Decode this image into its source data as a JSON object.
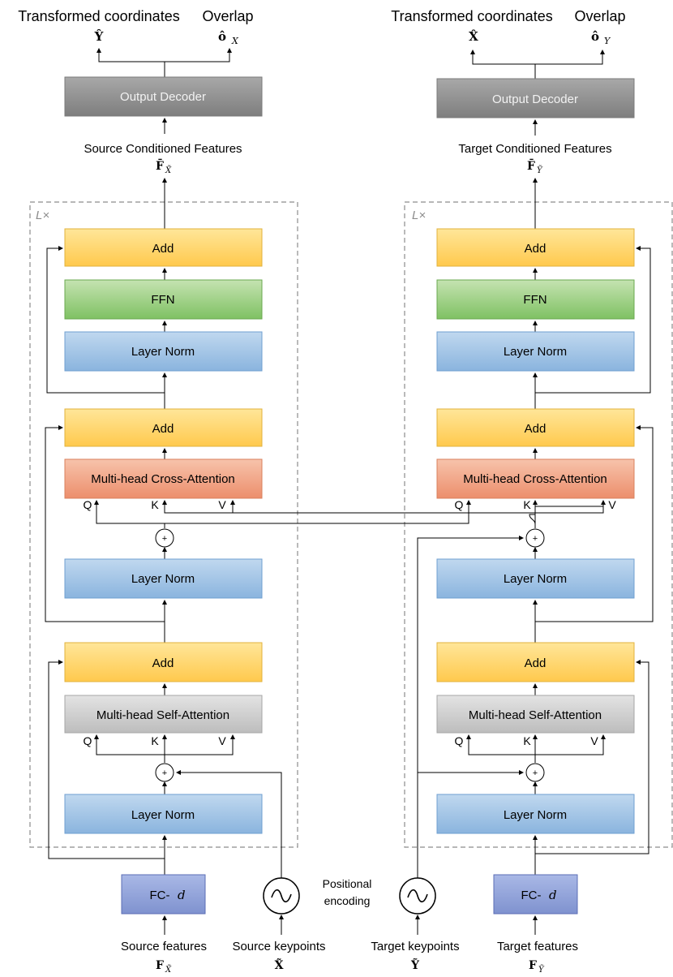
{
  "left": {
    "outputs_title": "Transformed coordinates",
    "overlap_title": "Overlap",
    "out_sym": "Ŷ",
    "overlap_sym": "ô",
    "overlap_sub": "X",
    "decoder": "Output Decoder",
    "cond_features": "Source Conditioned Features",
    "cond_sym": "F̄",
    "cond_sub": "X̃",
    "repeat": "L×",
    "add_top": "Add",
    "ffn": "FFN",
    "norm_top": "Layer Norm",
    "add_mid": "Add",
    "cross_attn": "Multi-head Cross-Attention",
    "cross_q": "Q",
    "cross_k": "K",
    "cross_v": "V",
    "plus_cross": "+",
    "norm_mid": "Layer Norm",
    "add_low": "Add",
    "self_attn": "Multi-head Self-Attention",
    "self_q": "Q",
    "self_k": "K",
    "self_v": "V",
    "plus_self": "+",
    "norm_low": "Layer Norm",
    "fc": "FC-",
    "fc_d": "d",
    "features_label": "Source features",
    "features_sym": "F",
    "features_sub": "X̃",
    "keypoints_label": "Source keypoints",
    "keypoints_sym": "X̃"
  },
  "right": {
    "outputs_title": "Transformed coordinates",
    "overlap_title": "Overlap",
    "out_sym": "X̂",
    "overlap_sym": "ô",
    "overlap_sub": "Y",
    "decoder": "Output Decoder",
    "cond_features": "Target Conditioned Features",
    "cond_sym": "F̄",
    "cond_sub": "Ỹ",
    "repeat": "L×",
    "add_top": "Add",
    "ffn": "FFN",
    "norm_top": "Layer Norm",
    "add_mid": "Add",
    "cross_attn": "Multi-head Cross-Attention",
    "cross_q": "Q",
    "cross_k": "K",
    "cross_v": "V",
    "plus_cross": "+",
    "norm_mid": "Layer Norm",
    "add_low": "Add",
    "self_attn": "Multi-head Self-Attention",
    "self_q": "Q",
    "self_k": "K",
    "self_v": "V",
    "plus_self": "+",
    "norm_low": "Layer Norm",
    "fc": "FC-",
    "fc_d": "d",
    "features_label": "Target features",
    "features_sym": "F",
    "features_sub": "Ỹ",
    "keypoints_label": "Target keypoints",
    "keypoints_sym": "Ỹ"
  },
  "positional_encoding_line1": "Positional",
  "positional_encoding_line2": "encoding",
  "colors": {
    "add": "#ffd666",
    "ffn": "#92cf7a",
    "norm": "#9dc3e6",
    "cross": "#f0a181",
    "self": "#c9c9c9",
    "decoder": "#8f8f8f",
    "fc": "#8e9fd6"
  }
}
